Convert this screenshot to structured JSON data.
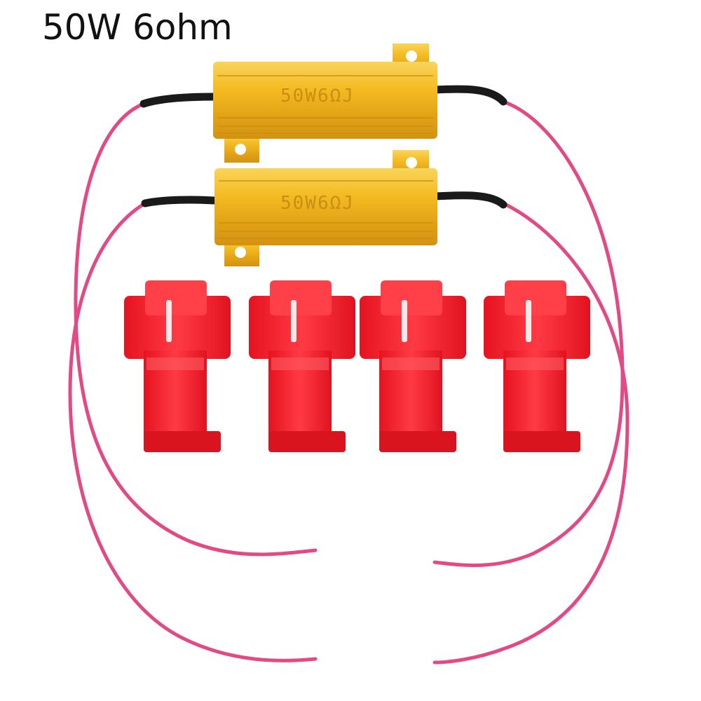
{
  "title": "50W 6ohm",
  "resistors": [
    {
      "label": "50W6ΩJ"
    },
    {
      "label": "50W6ΩJ"
    }
  ],
  "connectors": [
    {
      "name": "connector-1"
    },
    {
      "name": "connector-2"
    },
    {
      "name": "connector-3"
    },
    {
      "name": "connector-4"
    }
  ],
  "colors": {
    "gold": "#f2b51c",
    "gold_dark": "#c98e14",
    "wire": "#e24a86",
    "connector_red": "#e8202c",
    "heatshrink": "#1a1a1a"
  }
}
